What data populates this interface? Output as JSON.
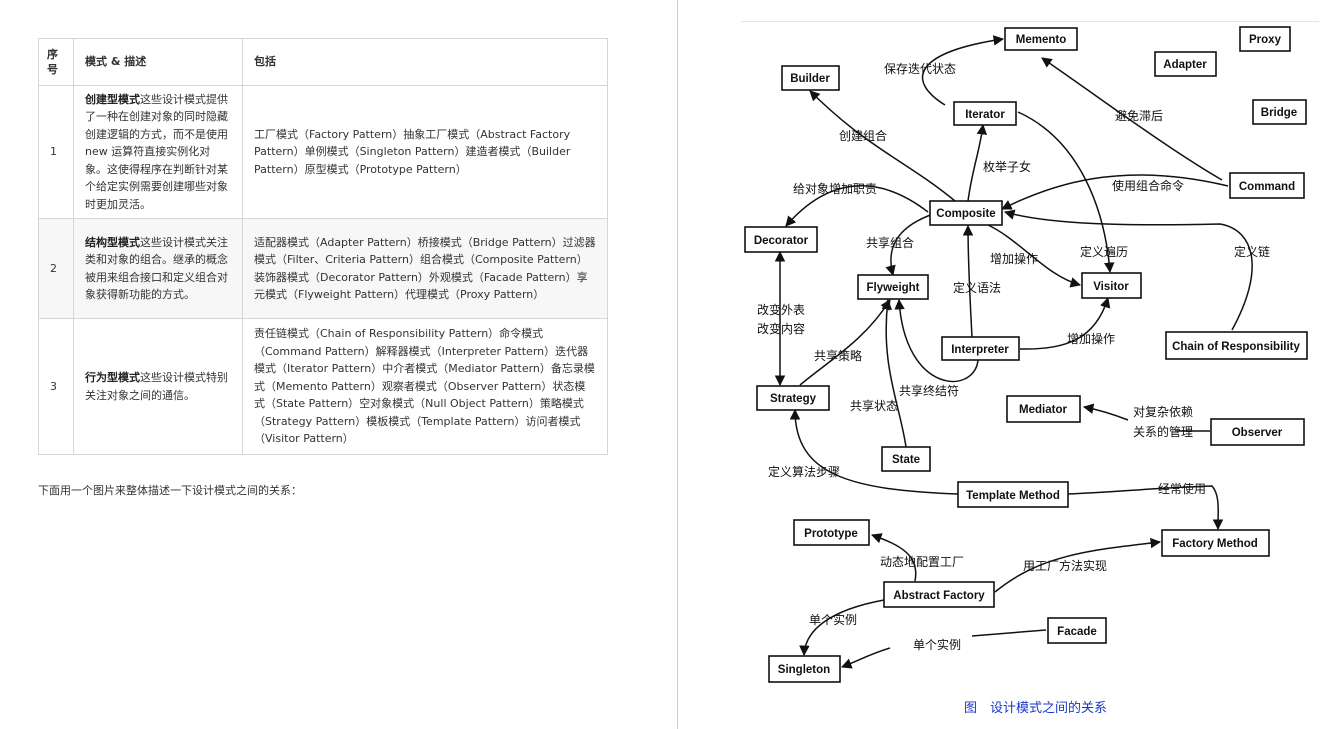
{
  "table": {
    "headers": {
      "no": "序号",
      "mode": "模式 & 描述",
      "include": "包括"
    },
    "rows": [
      {
        "no": "1",
        "name": "创建型模式",
        "desc": "这些设计模式提供了一种在创建对象的同时隐藏创建逻辑的方式，而不是使用 new 运算符直接实例化对象。这使得程序在判断针对某个给定实例需要创建哪些对象时更加灵活。",
        "include": "工厂模式（Factory Pattern）抽象工厂模式（Abstract Factory Pattern）单例模式（Singleton Pattern）建造者模式（Builder Pattern）原型模式（Prototype Pattern）"
      },
      {
        "no": "2",
        "name": "结构型模式",
        "desc": "这些设计模式关注类和对象的组合。继承的概念被用来组合接口和定义组合对象获得新功能的方式。",
        "include": "适配器模式（Adapter Pattern）桥接模式（Bridge Pattern）过滤器模式（Filter、Criteria Pattern）组合模式（Composite Pattern）装饰器模式（Decorator Pattern）外观模式（Facade Pattern）享元模式（Flyweight Pattern）代理模式（Proxy Pattern）"
      },
      {
        "no": "3",
        "name": "行为型模式",
        "desc": "这些设计模式特别关注对象之间的通信。",
        "include": "责任链模式（Chain of Responsibility Pattern）命令模式（Command Pattern）解释器模式（Interpreter Pattern）迭代器模式（Iterator Pattern）中介者模式（Mediator Pattern）备忘录模式（Memento Pattern）观察者模式（Observer Pattern）状态模式（State Pattern）空对象模式（Null Object Pattern）策略模式（Strategy Pattern）模板模式（Template Pattern）访问者模式（Visitor Pattern）"
      }
    ]
  },
  "intro": "下面用一个图片来整体描述一下设计模式之间的关系：",
  "diagram": {
    "boxes": {
      "memento": "Memento",
      "proxy": "Proxy",
      "builder": "Builder",
      "adapter": "Adapter",
      "iterator": "Iterator",
      "bridge": "Bridge",
      "command": "Command",
      "composite": "Composite",
      "decorator": "Decorator",
      "flyweight": "Flyweight",
      "visitor": "Visitor",
      "interpreter": "Interpreter",
      "chain": "Chain of Responsibility",
      "strategy": "Strategy",
      "mediator": "Mediator",
      "observer": "Observer",
      "state": "State",
      "template": "Template Method",
      "prototype": "Prototype",
      "factory_method": "Factory Method",
      "abstract_factory": "Abstract Factory",
      "facade": "Facade",
      "singleton": "Singleton"
    },
    "labels": {
      "save_iter_state": "保存迭代状态",
      "avoid_lag": "避免滞后",
      "create_composite": "创建组合",
      "enum_children": "枚举子女",
      "add_resp": "给对象增加职责",
      "use_composite_cmd": "使用组合命令",
      "share_composite": "共享组合",
      "add_op_1": "增加操作",
      "define_traverse": "定义遍历",
      "define_chain": "定义链",
      "define_grammar": "定义语法",
      "change_skin": "改变外表",
      "change_guts": "改变内容",
      "add_op_2": "增加操作",
      "share_strategy": "共享策略",
      "share_terminal": "共享终结符",
      "share_state": "共享状态",
      "complex_dep_1": "对复杂依赖",
      "complex_dep_2": "关系的管理",
      "define_algo_steps": "定义算法步骤",
      "often_use": "经常使用",
      "dynamic_config_factory": "动态地配置工厂",
      "impl_factory_method": "用工厂方法实现",
      "single_instance_1": "单个实例",
      "single_instance_2": "单个实例"
    },
    "caption": "图　设计模式之间的关系"
  }
}
